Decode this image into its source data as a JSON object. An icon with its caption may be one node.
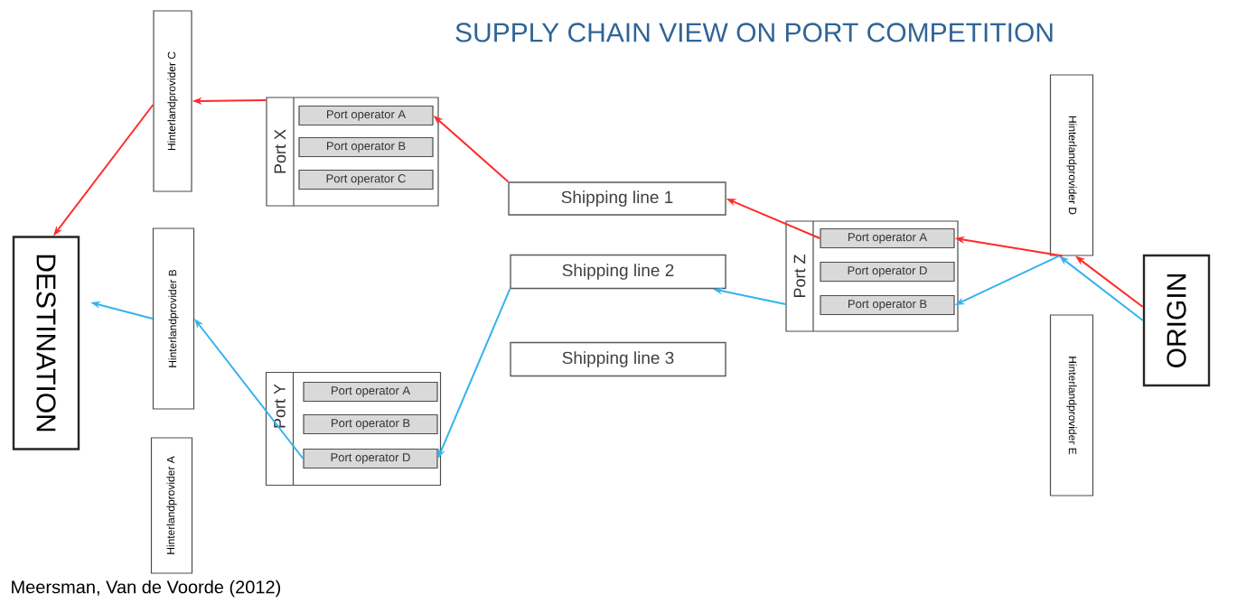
{
  "diagram": {
    "title": "SUPPLY CHAIN VIEW ON PORT COMPETITION",
    "caption": "Meersman, Van de Voorde (2012)",
    "nodes": [
      {
        "text": [
          "Hinterlandprovider C"
        ]
      },
      {
        "text": [
          "Port X"
        ]
      },
      {
        "text": [
          "Port operator A"
        ],
        "in": 1
      },
      {
        "text": [
          "Port operator B"
        ],
        "in": 1
      },
      {
        "text": [
          "Port operator C"
        ],
        "in": 1
      },
      {
        "text": [
          "DESTINATION"
        ]
      },
      {
        "text": [
          "Hinterlandprovider B"
        ]
      },
      {
        "text": [
          "Shipping line 1"
        ]
      },
      {
        "text": [
          "Shipping line 2"
        ]
      },
      {
        "text": [
          "Shipping line 3"
        ]
      },
      {
        "text": [
          "Port Z"
        ]
      },
      {
        "text": [
          "Port operator A"
        ],
        "in": 10
      },
      {
        "text": [
          "Port operator D"
        ],
        "in": 10
      },
      {
        "text": [
          "Port operator B"
        ],
        "in": 10
      },
      {
        "text": [
          "Hinterlandprovider D"
        ]
      },
      {
        "text": [
          "ORIGIN"
        ]
      },
      {
        "text": [
          "Port Y"
        ]
      },
      {
        "text": [
          "Port operator A"
        ],
        "in": 16
      },
      {
        "text": [
          "Port operator B"
        ],
        "in": 16
      },
      {
        "text": [
          "Port operator D"
        ],
        "in": 16
      },
      {
        "text": [
          "Hinterlandprovider A"
        ]
      },
      {
        "text": [
          "Hinterlandprovider E"
        ]
      }
    ],
    "edges": [
      {
        "from": 15,
        "to": 14,
        "arrow": "to",
        "color": "#ff2a2a"
      },
      {
        "from": 15,
        "to": 14,
        "arrow": "to",
        "color": "#33b4ee"
      },
      {
        "from": 14,
        "to": 11,
        "arrow": "to",
        "color": "#ff2a2a"
      },
      {
        "from": 14,
        "to": 13,
        "arrow": "to",
        "color": "#33b4ee"
      },
      {
        "from": 11,
        "to": 7,
        "arrow": "to",
        "color": "#ff2a2a"
      },
      {
        "from": 10,
        "to": 8,
        "arrow": "to",
        "color": "#33b4ee"
      },
      {
        "from": 7,
        "to": 2,
        "arrow": "to",
        "color": "#ff2a2a"
      },
      {
        "from": 1,
        "to": 0,
        "arrow": "to",
        "color": "#ff2a2a"
      },
      {
        "from": 0,
        "to": 5,
        "arrow": "to",
        "color": "#ff2a2a"
      },
      {
        "from": 8,
        "to": 19,
        "arrow": "to",
        "color": "#33b4ee"
      },
      {
        "from": 19,
        "to": 6,
        "arrow": "to",
        "color": "#33b4ee"
      },
      {
        "from": 6,
        "to": 5,
        "arrow": "to",
        "color": "#33b4ee"
      }
    ]
  }
}
